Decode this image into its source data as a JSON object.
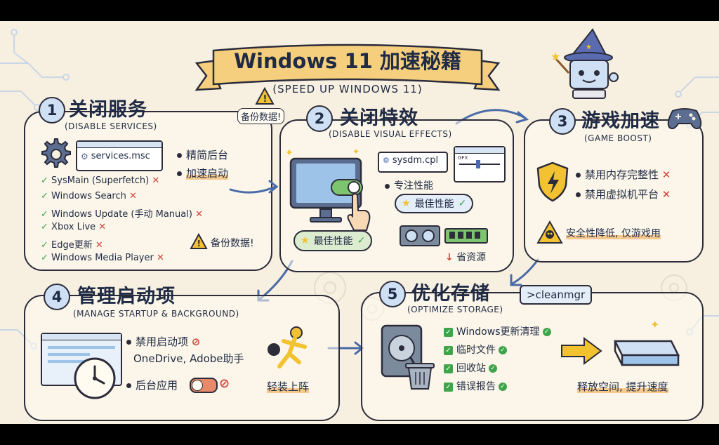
{
  "title": "Windows 11 加速秘籍",
  "subtitle": "(SPEED UP WINDOWS 11)",
  "colors": {
    "accent": "#cfe0f4",
    "ribbon": "#f5cf7e",
    "check": "#3ea54a",
    "cross": "#d2433a",
    "warning": "#f2c230"
  },
  "icons": [
    "gear-icon",
    "warning-icon",
    "monitor-icon",
    "hand-pointer-icon",
    "gpu-icon",
    "ram-icon",
    "shield-icon",
    "skull-warning-icon",
    "gamepad-icon",
    "window-icon",
    "clock-icon",
    "runner-icon",
    "hard-drive-icon",
    "trash-icon",
    "ssd-icon",
    "wizard-robot-icon"
  ],
  "s1": {
    "num": "1",
    "title": "关闭服务",
    "sub": "(DISABLE SERVICES)",
    "warn_top": "备份数据!",
    "window": "services.msc",
    "side": [
      "精简后台",
      "加速启动"
    ],
    "items": [
      "SysMain (Superfetch)",
      "Windows Search",
      "Windows Update (手动 Manual)",
      "Xbox Live",
      "Edge更新",
      "Windows Media Player"
    ],
    "warn": "备份数据!"
  },
  "s2": {
    "num": "2",
    "title": "关闭特效",
    "sub": "(DISABLE VISUAL EFFECTS)",
    "window": "sysdm.cpl",
    "slider_label": "GFX",
    "focus": "专注性能",
    "best1": "最佳性能",
    "best2": "最佳性能",
    "save": "省资源"
  },
  "s3": {
    "num": "3",
    "title": "游戏加速",
    "sub": "(GAME BOOST)",
    "items": [
      "禁用内存完整性",
      "禁用虚拟机平台"
    ],
    "warn": "安全性降低, 仅游戏用"
  },
  "s4": {
    "num": "4",
    "title": "管理启动项",
    "sub": "(MANAGE STARTUP & BACKGROUND)",
    "item1": "禁用启动项",
    "item1b": "OneDrive, Adobe助手",
    "item2": "后台应用",
    "run": "轻装上阵"
  },
  "s5": {
    "num": "5",
    "title": "优化存储",
    "sub": "(OPTIMIZE STORAGE)",
    "cmd": ">cleanmgr",
    "items": [
      "Windows更新清理",
      "临时文件",
      "回收站",
      "错误报告"
    ],
    "result": "释放空间, 提升速度"
  }
}
